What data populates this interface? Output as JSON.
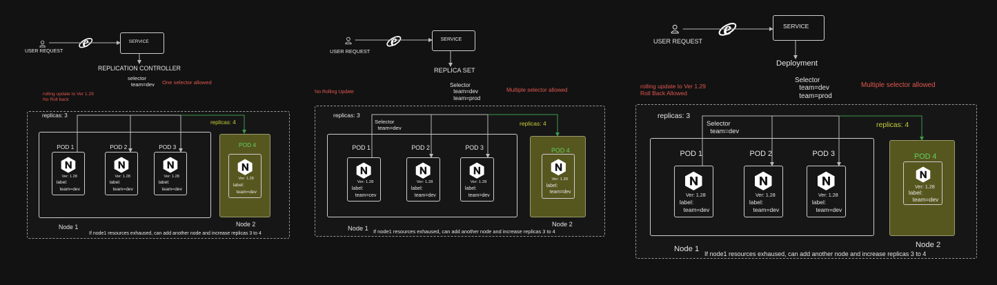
{
  "colors": {
    "background": "#121212",
    "note_red": "#e0574f",
    "replicas4_yellow": "#c8cf3a",
    "pod4_green": "#5fd35f",
    "node2_fill": "#56561f",
    "link_green": "#3f9a4a"
  },
  "icons": {
    "user": "user-icon",
    "browser": "internet-explorer-icon",
    "pod": "nginx-icon"
  },
  "panels": [
    {
      "user_request": "USER REQUEST",
      "service": "SERVICE",
      "controller": "REPLICATION CONTROLLER",
      "selector_title": "selector",
      "selectors": [
        "team=dev"
      ],
      "selector_note": "One selector allowed",
      "update_notes": [
        "rolling update to Ver 1.29",
        "No Roll back"
      ],
      "replicas": "replicas: 3",
      "inner_selector": null,
      "pods": [
        {
          "name": "POD 1",
          "version": "Ver: 1.28",
          "label_key": "label:",
          "label_value": "team=dev"
        },
        {
          "name": "POD 2",
          "version": "Ver: 1.28",
          "label_key": "label:",
          "label_value": "team=dev"
        },
        {
          "name": "POD 3",
          "version": "Ver: 1.28",
          "label_key": "label:",
          "label_value": "team=dev"
        }
      ],
      "pod4": {
        "name": "POD 4",
        "version": "Ver: 1.28",
        "label_key": "label:",
        "label_value": "team=dev"
      },
      "replicas4": "replicas: 4",
      "node1": "Node 1",
      "node2": "Node 2",
      "footer": "If node1 resources exhaused, can add another node and increase replicas 3 to 4"
    },
    {
      "user_request": "USER REQUEST",
      "service": "SERVICE",
      "controller": "REPLICA SET",
      "selector_title": "Selector",
      "selectors": [
        "team=dev",
        "team=prod"
      ],
      "selector_note": "Multiple selector allowed",
      "update_notes": [
        "No Rolling Update"
      ],
      "replicas": "replicas: 3",
      "inner_selector": {
        "title": "Selector",
        "value": "team=dev"
      },
      "pods": [
        {
          "name": "POD 1",
          "version": "Ver: 1.28",
          "label_key": "label:",
          "label_value": "team=cev"
        },
        {
          "name": "POD 2",
          "version": "Ver: 1.28",
          "label_key": "label:",
          "label_value": "team=dev"
        },
        {
          "name": "POD 3",
          "version": "Ver: 1.28",
          "label_key": "label:",
          "label_value": "team=dev"
        }
      ],
      "pod4": {
        "name": "POD 4",
        "version": "Ver: 1.28",
        "label_key": "label:",
        "label_value": "team=dev"
      },
      "replicas4": "replicas: 4",
      "node1": "Node 1",
      "node2": "Node 2",
      "footer": "If node1 resources exhaused, can add another node and increase replicas 3 to 4"
    },
    {
      "user_request": "USER REQUEST",
      "service": "SERVICE",
      "controller": "Deployment",
      "selector_title": "Selector",
      "selectors": [
        "team=dev",
        "team=prod"
      ],
      "selector_note": "Multiple selector allowed",
      "update_notes": [
        "rolling update to Ver 1.29",
        "Roll Back Allowed"
      ],
      "replicas": "replicas: 3",
      "inner_selector": {
        "title": "Selector",
        "value": "team=dev"
      },
      "pods": [
        {
          "name": "POD 1",
          "version": "Ver: 1.28",
          "label_key": "label:",
          "label_value": "team=dev"
        },
        {
          "name": "POD 2",
          "version": "Ver: 1.28",
          "label_key": "label:",
          "label_value": "team=dev"
        },
        {
          "name": "POD 3",
          "version": "Ver: 1.28",
          "label_key": "label:",
          "label_value": "team=dev"
        }
      ],
      "pod4": {
        "name": "POD 4",
        "version": "Ver: 1.28",
        "label_key": "label:",
        "label_value": "team=dev"
      },
      "replicas4": "replicas: 4",
      "node1": "Node 1",
      "node2": "Node 2",
      "footer": "If node1 resources exhaused, can add another node and increase replicas 3 to 4"
    }
  ]
}
